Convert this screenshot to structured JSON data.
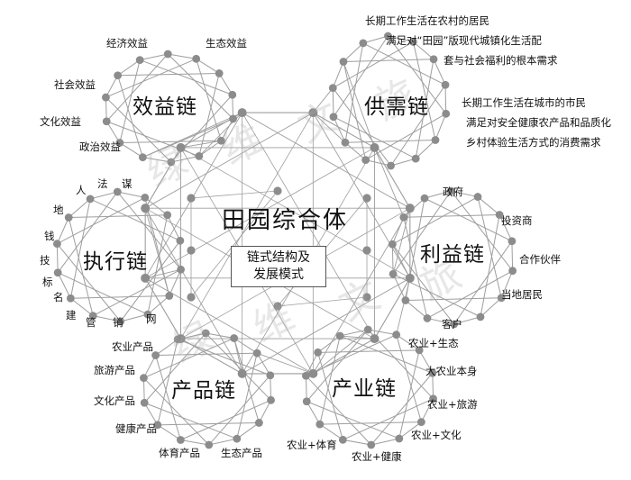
{
  "center": {
    "title": "田园综合体",
    "subtitle_line1": "链式结构及",
    "subtitle_line2": "发展模式"
  },
  "watermark": [
    "绿",
    "维",
    "文",
    "旅",
    "绿",
    "维",
    "文",
    "旅"
  ],
  "chains": {
    "benefit": {
      "title": "效益链",
      "items": [
        "经济效益",
        "生态效益",
        "社会效益",
        "文化效益",
        "政治效益"
      ]
    },
    "supply": {
      "title": "供需链",
      "items": [
        "长期工作生活在农村的居民",
        "满足对“田园”版现代城镇化生活配",
        "套与社会福利的根本需求",
        "长期工作生活在城市的市民",
        "满足对安全健康农产品和品质化",
        "乡村体验生活方式的消费需求"
      ]
    },
    "execution": {
      "title": "执行链",
      "chars": [
        "人",
        "法",
        "谋",
        "地",
        "钱",
        "技",
        "标",
        "名",
        "建",
        "管",
        "销",
        "网"
      ]
    },
    "interest": {
      "title": "利益链",
      "items": [
        "政府",
        "投资商",
        "合作伙伴",
        "当地居民",
        "客户"
      ]
    },
    "product": {
      "title": "产品链",
      "items": [
        "农业产品",
        "旅游产品",
        "文化产品",
        "健康产品",
        "体育产品",
        "生态产品"
      ]
    },
    "industry": {
      "title": "产业链",
      "items": [
        "农业+生态",
        "大农业本身",
        "农业+旅游",
        "农业+文化",
        "农业+健康",
        "农业+体育"
      ]
    }
  },
  "colors": {
    "node": "#8c8c8c",
    "edge": "#9e9e9e",
    "text": "#111111"
  }
}
